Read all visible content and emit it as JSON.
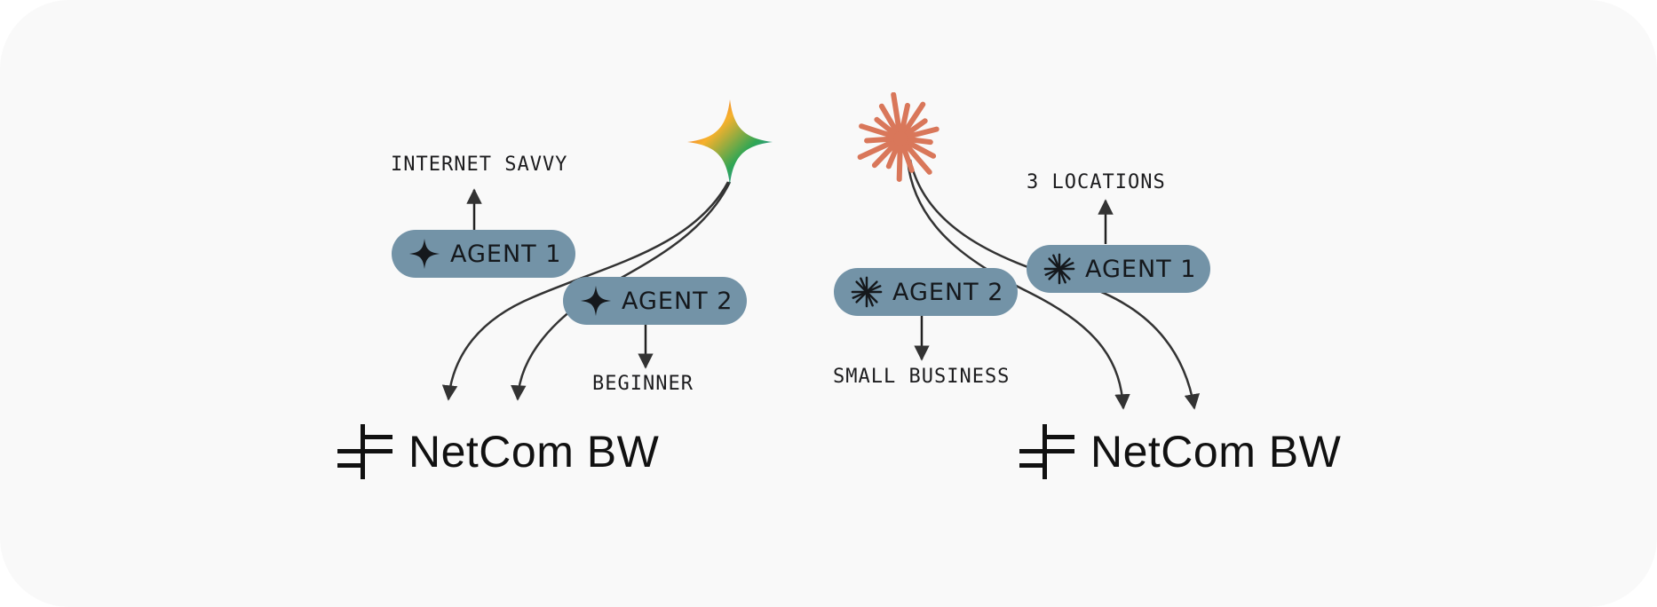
{
  "left_panel": {
    "label_top": "INTERNET SAVVY",
    "agent_1": "AGENT 1",
    "agent_2": "AGENT 2",
    "label_bottom": "BEGINNER",
    "brand": "NetCom BW",
    "agent_icon": "four-point-star-icon",
    "source_icon": "gradient-sparkle-icon"
  },
  "right_panel": {
    "label_top": "3 LOCATIONS",
    "agent_1": "AGENT 1",
    "agent_2": "AGENT 2",
    "label_bottom": "SMALL BUSINESS",
    "brand": "NetCom BW",
    "agent_icon": "starburst-icon",
    "source_icon": "orange-starburst-icon"
  },
  "colors": {
    "pill": "#7393a7",
    "source_right": "#d9775a",
    "gradient": [
      "#e8473b",
      "#f6b12c",
      "#2fa654",
      "#3b82f5"
    ],
    "ink": "#1f1f22",
    "background": "#f9f9f9"
  }
}
